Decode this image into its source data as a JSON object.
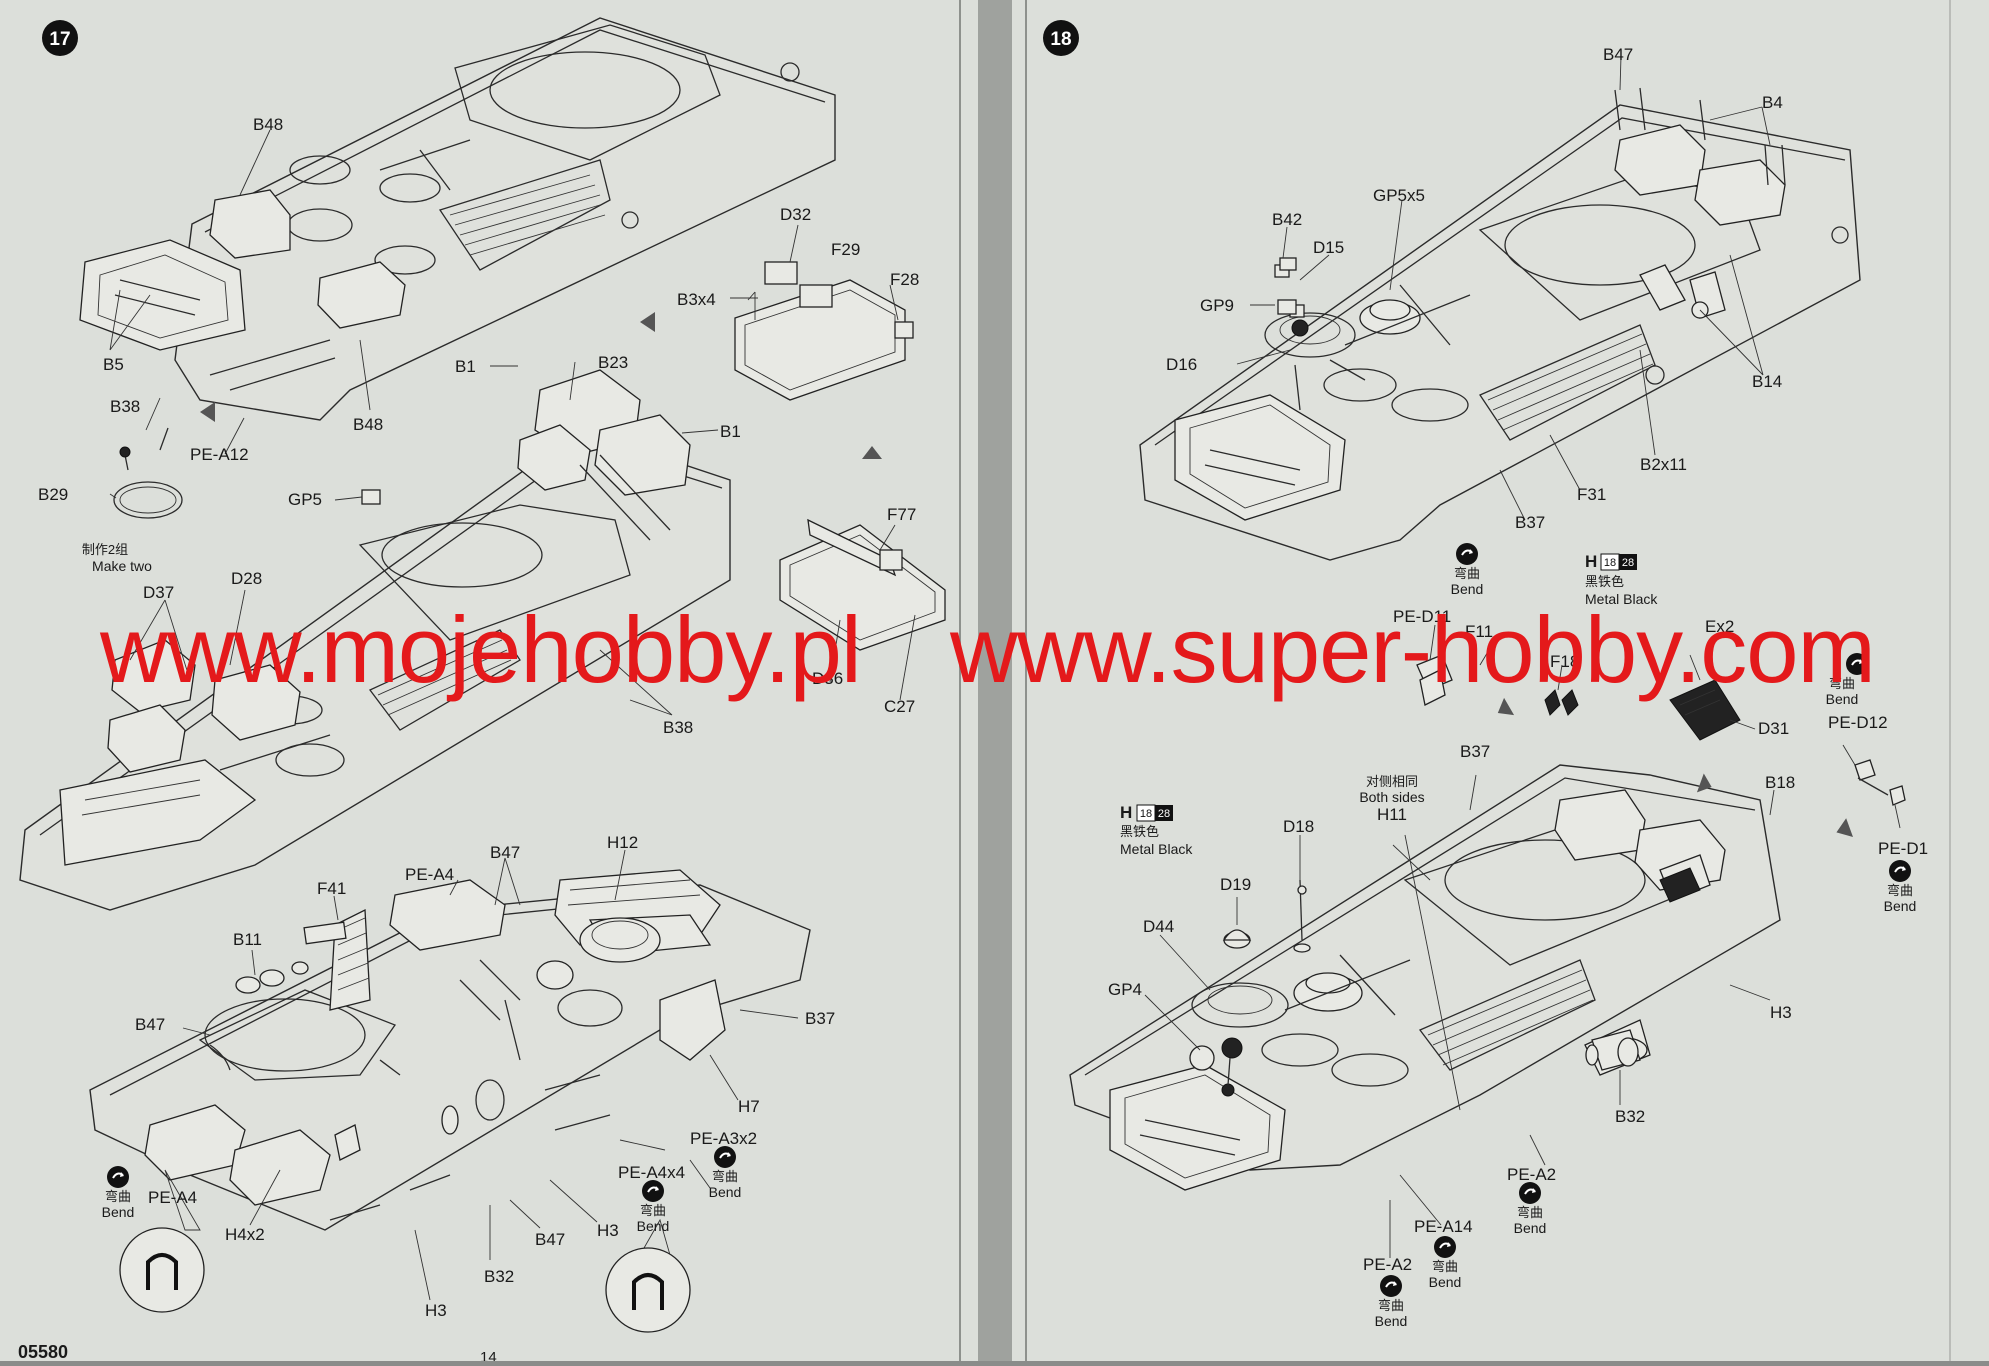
{
  "steps": {
    "left": "17",
    "right": "18"
  },
  "labels": {
    "left": {
      "b48_top": "B48",
      "b5": "B5",
      "b48_bottom": "B48",
      "d32": "D32",
      "f29": "F29",
      "b3x4": "B3x4",
      "f28": "F28",
      "b38": "B38",
      "pe_a12": "PE-A12",
      "b29": "B29",
      "make_two_cn": "制作2组",
      "make_two_en": "Make two",
      "b1_top": "B1",
      "b23": "B23",
      "b1_right": "B1",
      "gp5": "GP5",
      "d37": "D37",
      "d28": "D28",
      "b38_mid": "B38",
      "f77": "F77",
      "d36": "D36",
      "c27": "C27",
      "pe_a4_top": "PE-A4",
      "b47_top": "B47",
      "h12": "H12",
      "f41": "F41",
      "b11": "B11",
      "b47_left": "B47",
      "b37": "B37",
      "h7": "H7",
      "pe_a3x2": "PE-A3x2",
      "pe_a4x4": "PE-A4x4",
      "pe_a4_bottom": "PE-A4",
      "h4x2": "H4x2",
      "b47_bottom": "B47",
      "h3_mid": "H3",
      "b32": "B32",
      "h3_bottom": "H3"
    },
    "right": {
      "b47": "B47",
      "b4": "B4",
      "b42": "B42",
      "d15": "D15",
      "gp5x5": "GP5x5",
      "gp9": "GP9",
      "d16": "D16",
      "f31": "F31",
      "b37_top": "B37",
      "b14": "B14",
      "b2x11": "B2x11",
      "h_code": "H",
      "h_num1": "18",
      "h_num2": "28",
      "metal_black_cn": "黑铁色",
      "metal_black_en": "Metal  Black",
      "pe_d11": "PE-D11",
      "f11": "F11",
      "ex2": "Ex2",
      "f18": "F18",
      "d31": "D31",
      "pe_d12": "PE-D12",
      "b37_mid": "B37",
      "both_sides_cn": "对侧相同",
      "both_sides_en": "Both sides",
      "h11": "H11",
      "b18": "B18",
      "pe_d1": "PE-D1",
      "h2_code": "H",
      "h2_num1": "18",
      "h2_num2": "28",
      "metal_black2_cn": "黑铁色",
      "metal_black2_en": "Metal  Black",
      "d18": "D18",
      "d19": "D19",
      "d44": "D44",
      "gp4": "GP4",
      "h3": "H3",
      "b32": "B32",
      "pe_a2_right": "PE-A2",
      "pe_a14": "PE-A14",
      "pe_a2_left": "PE-A2"
    }
  },
  "bend": {
    "cn": "弯曲",
    "en": "Bend"
  },
  "footer": {
    "code": "05580",
    "page": "14"
  },
  "watermark": {
    "left": "www.mojehobby.pl",
    "right": "www.super-hobby.com"
  },
  "colors": {
    "paper": "#dfe1dc",
    "ink": "#1a1a1a",
    "watermark": "#e4191b",
    "background": "#8a8c8a"
  }
}
